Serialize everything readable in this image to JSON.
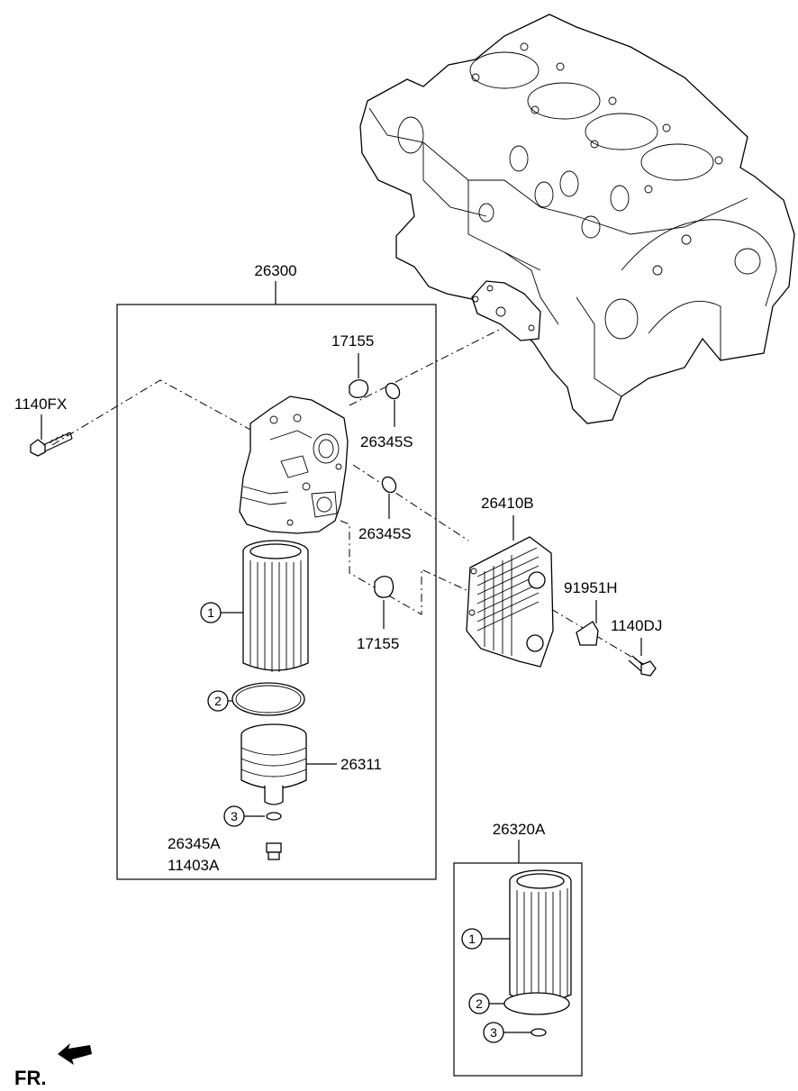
{
  "labels": {
    "p26300": "26300",
    "p17155_top": "17155",
    "p1140FX": "1140FX",
    "p26345S_top": "26345S",
    "p26345S_mid": "26345S",
    "p26410B": "26410B",
    "p91951H": "91951H",
    "p1140DJ": "1140DJ",
    "p17155_bottom": "17155",
    "p26311": "26311",
    "p26345A": "26345A",
    "p11403A": "11403A",
    "p26320A": "26320A"
  },
  "callouts": {
    "c1_main": "1",
    "c2_main": "2",
    "c3_main": "3",
    "c1_kit": "1",
    "c2_kit": "2",
    "c3_kit": "3"
  },
  "front_indicator": "FR."
}
